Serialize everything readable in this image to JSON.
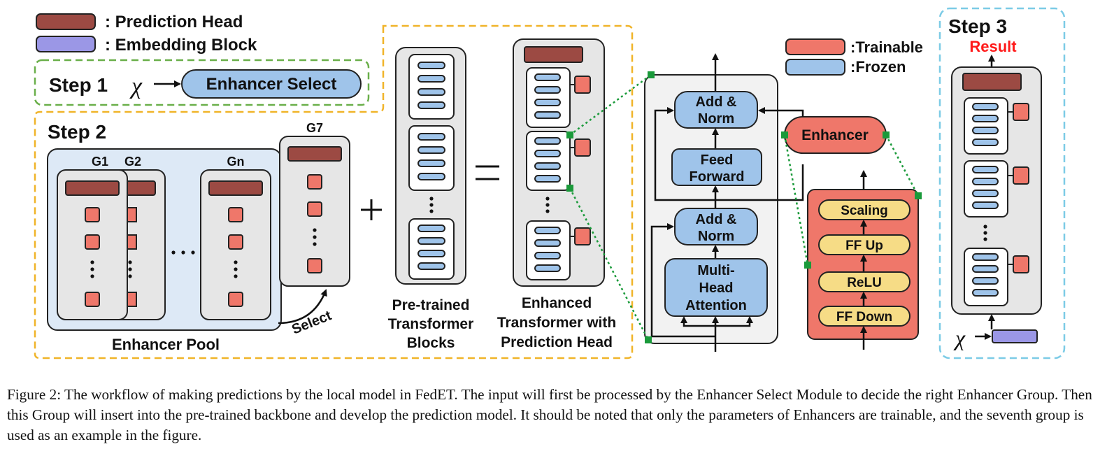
{
  "legend": {
    "prediction_head": ": Prediction Head",
    "embedding_block": ": Embedding Block",
    "trainable": ":Trainable",
    "frozen": ":Frozen"
  },
  "step1": {
    "title": "Step 1",
    "input": "χ",
    "module": "Enhancer Select"
  },
  "step2": {
    "title": "Step 2",
    "groups": [
      "G1",
      "G2",
      "Gn",
      "G7"
    ],
    "pool_label": "Enhancer Pool",
    "select_label": "Select",
    "pretrained_label": [
      "Pre-trained",
      "Transformer",
      "Blocks"
    ],
    "enhanced_label": [
      "Enhanced",
      "Transformer with",
      "Prediction Head"
    ]
  },
  "block": {
    "add_norm": [
      "Add &",
      "Norm"
    ],
    "feed_forward": [
      "Feed",
      "Forward"
    ],
    "mha": [
      "Multi-",
      "Head",
      "Attention"
    ],
    "enhancer": "Enhancer",
    "enhancer_layers": [
      "Scaling",
      "FF Up",
      "ReLU",
      "FF Down"
    ]
  },
  "step3": {
    "title": "Step 3",
    "result": "Result",
    "input": "χ"
  },
  "caption": "Figure 2: The workflow of making predictions by the local model in FedET. The input will first be processed by the Enhancer Select Module to decide the right Enhancer Group. Then this Group will insert into the pre-trained backbone and develop the prediction model. It should be noted that only the parameters of Enhancers are trainable, and the seventh group is used as an example in the figure.",
  "colors": {
    "prediction_head": "#9c4a43",
    "embedding_block": "#9b97e6",
    "trainable": "#ef776a",
    "frozen": "#9fc4ea",
    "yellow_layer": "#f6dc86",
    "step1_border": "#6aaf4a",
    "step2_border": "#f0b429",
    "step3_border": "#7ccbe6",
    "connector": "#1a9a3a",
    "result_text": "#ff1a1a"
  }
}
